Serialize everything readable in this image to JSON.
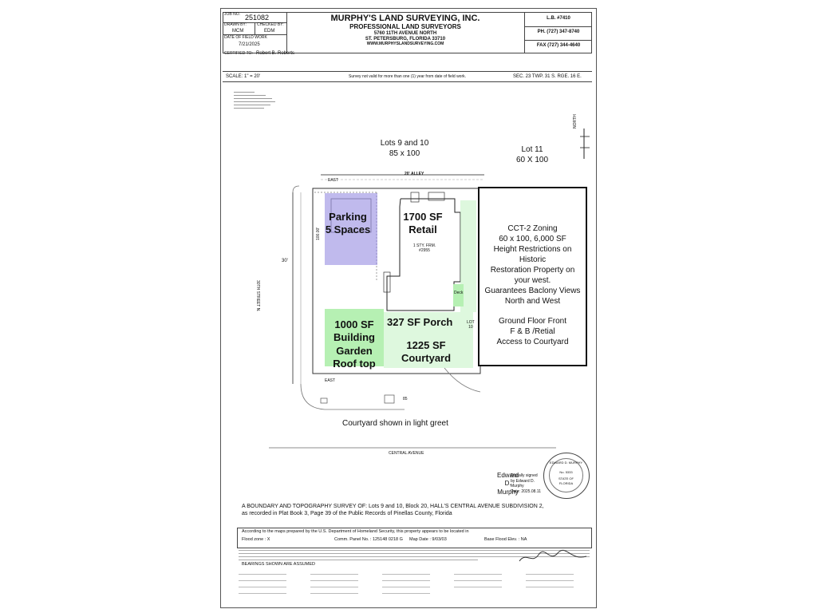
{
  "title_block": {
    "job_no_label": "JOB NO.",
    "job_no": "251082",
    "drawn_by_label": "DRAWN BY:",
    "drawn_by": "MCM",
    "checked_by_label": "CHECKED BY:",
    "checked_by": "EDM",
    "field_work_label": "DATE OF FIELD WORK",
    "field_work_date": "7/21/2025",
    "company": "MURPHY'S LAND SURVEYING, INC.",
    "subtitle": "PROFESSIONAL LAND SURVEYORS",
    "address1": "5760 11TH AVENUE NORTH",
    "address2": "ST. PETERSBURG, FLORIDA 33710",
    "website": "WWW.MURPHYSLANDSURVEYING.COM",
    "lb": "L.B. #7410",
    "phone": "PH. (727) 347-8740",
    "fax": "FAX (727) 344-4640",
    "certified_label": "CERTIFIED TO:",
    "certified_to": "Robert B. Roberts"
  },
  "scale_row": {
    "scale": "SCALE: 1\" = 20'",
    "validity": "Survey not valid for more than one (1) year from date of field work.",
    "sec": "SEC. 23 TWP. 31 S. RGE. 16 E."
  },
  "plan": {
    "lots_9_10": [
      "Lots 9 and 10",
      "85 x 100"
    ],
    "lot_11": [
      "Lot 11",
      "60 X 100"
    ],
    "alley": "20' ALLEY",
    "east_top": "EAST",
    "east_bottom": "EAST",
    "street": "30TH STREET N.",
    "street_width": "30'",
    "north": "NORTH",
    "parking": [
      "Parking",
      "5 Spaces"
    ],
    "retail": [
      "1700 SF",
      "Retail"
    ],
    "building_note": [
      "1 STY. FRM.",
      "#2955"
    ],
    "porch": "327 SF Porch",
    "deck": "Deck",
    "lot10": [
      "LOT",
      "10"
    ],
    "garden": [
      "1000 SF",
      "Building",
      "Garden",
      "Roof top"
    ],
    "courtyard": [
      "1225 SF",
      "Courtyard"
    ],
    "zoning_box": [
      "CCT-2 Zoning",
      "60 x 100, 6,000 SF",
      "Height Restrictions on Historic",
      "Restoration Property on",
      "your west.",
      "Guarantees Baclony Views",
      "North and West",
      "",
      "Ground Floor Front",
      "F & B /Retial",
      "Access to Courtyard"
    ],
    "courtyard_note": "Courtyard shown in light greet",
    "central_avenue": "CENTRAL AVENUE",
    "dim_100": "100.00'",
    "dim_85": "85"
  },
  "signature": {
    "name_lines": [
      "Edward",
      "D.",
      "Murphy"
    ],
    "digital_lines": [
      "Digitally signed",
      "by Edward D.",
      "Murphy",
      "Date: 2025.08.11"
    ],
    "seal": [
      "EDWARD D. MURPHY",
      "No. 5333",
      "STATE OF",
      "FLORIDA"
    ]
  },
  "survey_description": {
    "line1": "A BOUNDARY AND TOPOGRAPHY SURVEY OF:  Lots 9 and 10, Block 20, HALL'S CENTRAL AVENUE SUBDIVISION 2,",
    "line2": "as recorded in Plat Book 3, Page 39 of the Public Records of Pinellas County, Florida"
  },
  "flood": {
    "intro": "According to the maps prepared by the U.S. Department of Homeland Security, this property appears to be located in",
    "zone": "Flood zone :  X",
    "panel": "Comm. Panel No. : 125148 0218  G",
    "map_date": "Map Date :  9/03/03",
    "base_elev": "Base Flood Elev. :  NA",
    "bearings": "BEARINGS SHOWN ARE ASSUMED"
  },
  "colors": {
    "green": "#b6f0b3",
    "light_green": "#cdf5cd",
    "purple": "#968ce1"
  }
}
